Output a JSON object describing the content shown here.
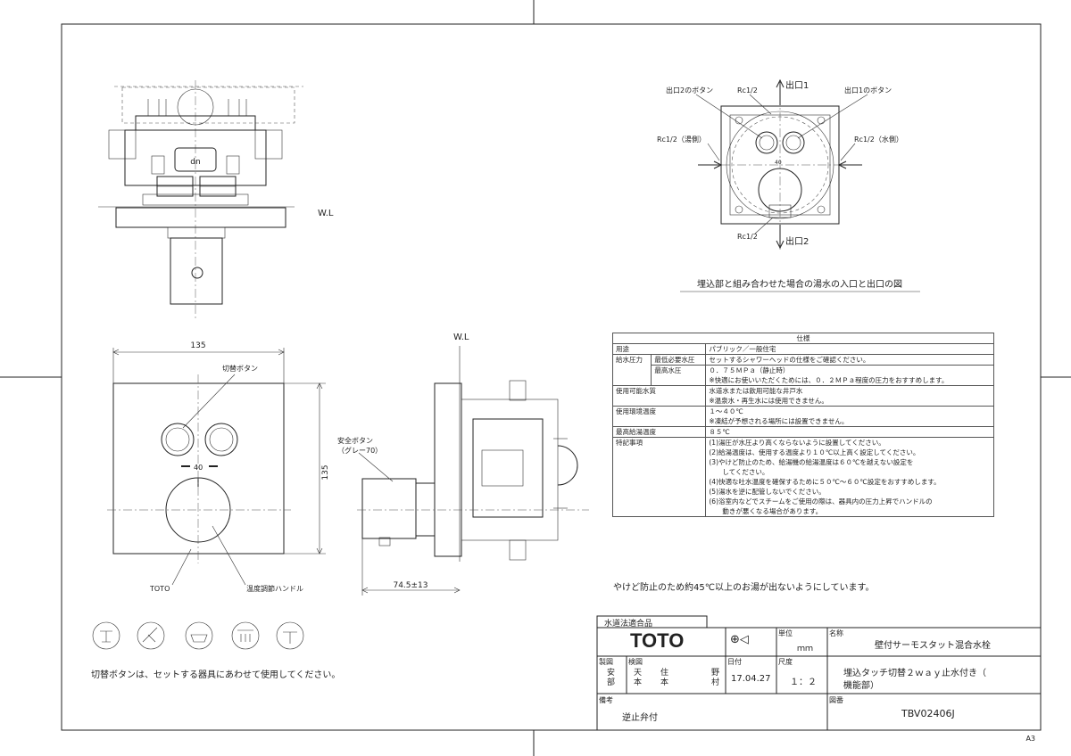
{
  "labels": {
    "wl_top": "W.L",
    "wl_side": "W.L",
    "btn_outlet2": "出口2のボタン",
    "rc_top": "Rc1/2",
    "outlet1": "出口1",
    "btn_outlet1": "出口1のボタン",
    "rc_hot": "Rc1/2（湯側）",
    "rc_cold": "Rc1/2（水側）",
    "rc_bottom": "Rc1/2",
    "outlet2": "出口2",
    "temp_mark_top": "40",
    "temp_mark_front": "40",
    "caption_flow": "埋込部と組み合わせた場合の湯水の入口と出口の図",
    "dim_width": "135",
    "dim_height": "135",
    "switch_button": "切替ボタン",
    "safety_button": "安全ボタン",
    "safety_button_color": "（グレー70）",
    "toto_mark": "TOTO",
    "temp_handle": "温度調節ハンドル",
    "dim_depth": "74.5±13",
    "scald_note": "やけど防止のため約45℃以上のお湯が出ないようにしています。",
    "switch_note": "切替ボタンは、セットする器具にあわせて使用してください。",
    "sheet_size": "A3"
  },
  "spec": {
    "title": "仕様",
    "rows": [
      {
        "k1": "用途",
        "k2": "",
        "v": [
          "パブリック／一般住宅"
        ]
      },
      {
        "k1": "給水圧力",
        "k2": "最低必要水圧",
        "v": [
          "セットするシャワーヘッドの仕様をご確認ください。"
        ]
      },
      {
        "k1": "",
        "k2": "最高水圧",
        "v": [
          "０．７５ＭＰａ（静止時）",
          "※快適にお使いいただくためには、０．２ＭＰａ程度の圧力をおすすめします。"
        ]
      },
      {
        "k1": "使用可能水質",
        "k2": "",
        "v": [
          "水道水または飲用可能な井戸水",
          "※温泉水・再生水には使用できません。"
        ]
      },
      {
        "k1": "使用環境温度",
        "k2": "",
        "v": [
          "１～４０℃",
          "※凍結が予想される場所には設置できません。"
        ]
      },
      {
        "k1": "最高給湯温度",
        "k2": "",
        "v": [
          "８５℃"
        ]
      },
      {
        "k1": "特記事項",
        "k2": "",
        "v": [
          "(1)湯圧が水圧より高くならないように設置してください。",
          "(2)給湯温度は、使用する温度より１０℃以上高く設定してください。",
          "(3)やけど防止のため、給湯機の給湯温度は６０℃を越えない設定を",
          "　　してください。",
          "(4)快適な吐水温度を確保するために５０℃～６０℃設定をおすすめします。",
          "(5)湯水を逆に配管しないでください。",
          "(6)浴室内などでスチームをご使用の際は、器具内の圧力上昇でハンドルの",
          "　　動きが悪くなる場合があります。"
        ]
      }
    ]
  },
  "title_block": {
    "approval": "水道法適合品",
    "brand": "TOTO",
    "unit_label": "単位",
    "unit_value": "ｍｍ",
    "name_label": "名称",
    "name_value": "壁付サーモスタット混合水栓",
    "made_label": "製図",
    "made_value": "安部",
    "check_label": "検図",
    "check_value1": "天本",
    "check_value2": "住本",
    "check_value3": "野村",
    "date_label": "日付",
    "date_value": "17.04.27",
    "scale_label": "尺度",
    "scale_value": "１：２",
    "name_value2": "埋込タッチ切替２ｗａｙ止水付き（",
    "name_value3": "機能部）",
    "note_label": "備考",
    "note_value": "逆止弁付",
    "drawing_no_label": "図番",
    "drawing_no_value": "TBV02406J"
  }
}
